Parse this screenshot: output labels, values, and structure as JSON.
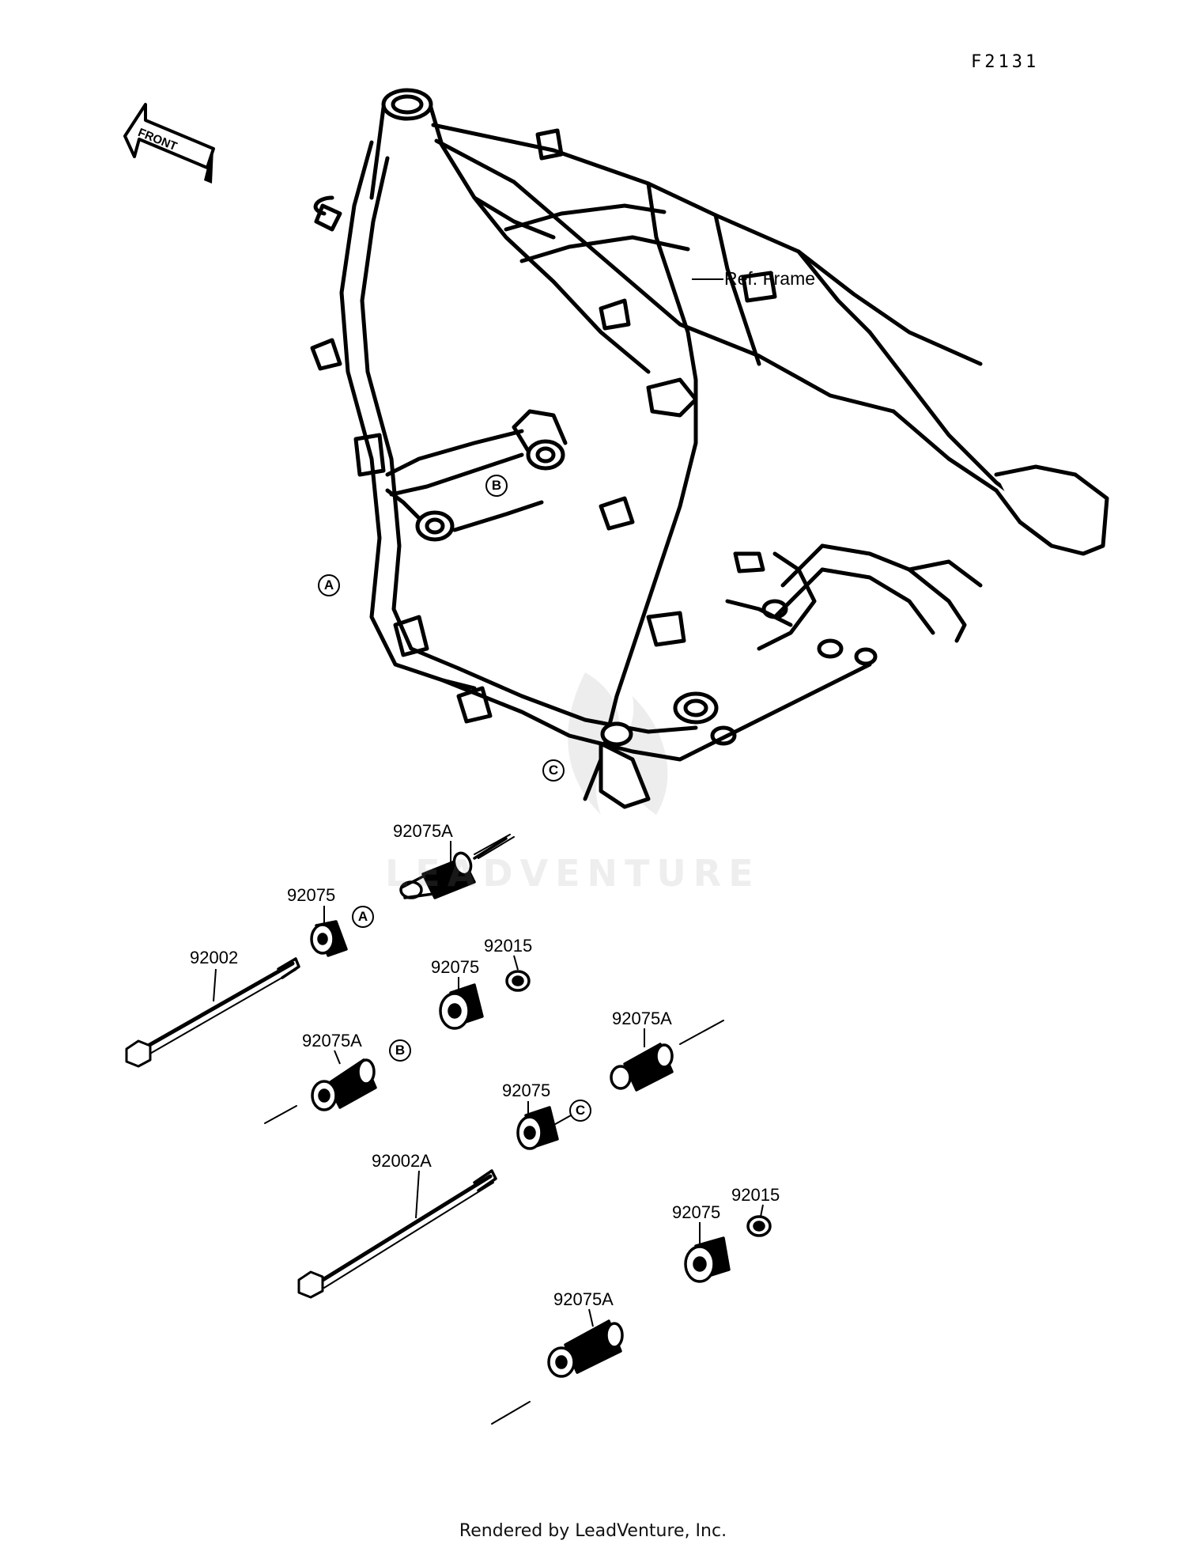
{
  "figure_code": "F2131",
  "front_label": "FRONT",
  "ref_label": "Ref. Frame",
  "watermark": "LEADVENTURE",
  "footer": "Rendered by LeadVenture, Inc.",
  "callouts": {
    "a": "A",
    "b": "B",
    "c": "C"
  },
  "parts": {
    "bushing_a_upper": "92075A",
    "spacer_1": "92075",
    "bolt_1": "92002",
    "nut_1": "92015",
    "spacer_2": "92075",
    "bushing_b": "92075A",
    "bushing_c": "92075A",
    "spacer_3": "92075",
    "bolt_2": "92002A",
    "nut_2": "92015",
    "spacer_4": "92075",
    "bushing_lower": "92075A"
  }
}
